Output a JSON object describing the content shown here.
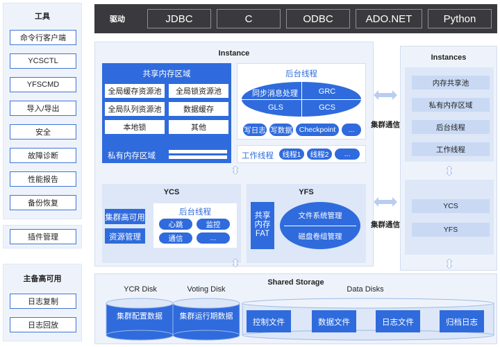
{
  "tools": {
    "title": "工具",
    "items": [
      "命令行客户端",
      "YCSCTL",
      "YFSCMD",
      "导入/导出",
      "安全",
      "故障诊断",
      "性能报告",
      "备份恢复"
    ]
  },
  "plugin": {
    "label": "插件管理"
  },
  "ha": {
    "title": "主备高可用",
    "items": [
      "日志复制",
      "日志回放"
    ]
  },
  "driver": {
    "label": "驱动",
    "items": [
      "JDBC",
      "C",
      "ODBC",
      "ADO.NET",
      "Python"
    ]
  },
  "instance": {
    "title": "Instance",
    "shared_memory": {
      "title": "共享内存区域",
      "cells": [
        "全局缓存资源池",
        "全局锁资源池",
        "全局队列资源池",
        "数据缓存",
        "本地锁",
        "其他"
      ]
    },
    "private_memory": {
      "title": "私有内存区域"
    },
    "background": {
      "title": "后台线程",
      "quad": [
        "同步消息处理",
        "GRC",
        "GLS",
        "GCS"
      ],
      "pills": [
        "写日志",
        "写数据",
        "Checkpoint",
        "..."
      ]
    },
    "worker": {
      "title": "工作线程",
      "pills": [
        "线程1",
        "线程2",
        "..."
      ]
    },
    "ycs": {
      "title": "YCS",
      "left": [
        "集群高可用",
        "资源管理"
      ],
      "bg_title": "后台线程",
      "pills": [
        "心跳",
        "监控",
        "通信",
        "..."
      ]
    },
    "yfs": {
      "title": "YFS",
      "left": "共享内存FAT",
      "ellipse": [
        "文件系统管理",
        "磁盘卷组管理"
      ]
    }
  },
  "instances": {
    "title": "Instances",
    "top_items": [
      "内存共享池",
      "私有内存区域",
      "后台线程",
      "工作线程"
    ],
    "bottom_items": [
      "YCS",
      "YFS"
    ]
  },
  "cluster_comm": [
    "集群通信",
    "集群通信"
  ],
  "storage": {
    "title": "Shared Storage",
    "ycr": {
      "label": "YCR Disk",
      "text": "集群配置数据"
    },
    "voting": {
      "label": "Voting Disk",
      "text": "集群运行期数据"
    },
    "data": {
      "label": "Data Disks",
      "items": [
        "控制文件",
        "数据文件",
        "日志文件",
        "归档日志"
      ]
    }
  },
  "colors": {
    "accent": "#2f6bdc",
    "dark": "#3a3a3e",
    "panel": "#eef3fb"
  }
}
